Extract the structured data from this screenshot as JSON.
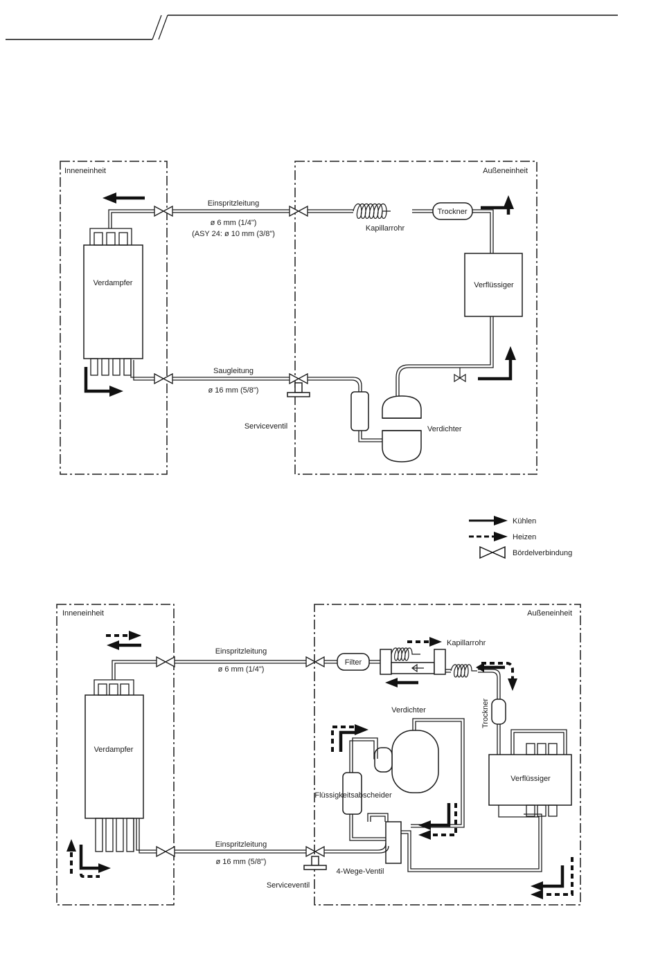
{
  "diagram1": {
    "indoor_label": "Inneneinheit",
    "outdoor_label": "Außeneinheit",
    "evaporator": "Verdampfer",
    "condenser": "Verflüssiger",
    "dryer": "Trockner",
    "capillary": "Kapillarrohr",
    "compressor": "Verdichter",
    "service_valve": "Serviceventil",
    "liquid_line": "Einspritzleitung",
    "liquid_dim": "ø 6 mm (1/4\")",
    "liquid_dim_alt": "(ASY 24:  ø 10 mm (3/8\")",
    "suction_line": "Saugleitung",
    "suction_dim": "ø 16 mm (5/8\")"
  },
  "legend": {
    "cooling": "Kühlen",
    "heating": "Heizen",
    "flare": "Bördelverbindung"
  },
  "diagram2": {
    "indoor_label": "Inneneinheit",
    "outdoor_label": "Außeneinheit",
    "evaporator": "Verdampfer",
    "condenser": "Verflüssiger",
    "filter": "Filter",
    "capillary": "Kapillarrohr",
    "dryer": "Trockner",
    "compressor": "Verdichter",
    "separator": "Flüssigkeitsabscheider",
    "four_way": "4-Wege-Ventil",
    "service_valve": "Serviceventil",
    "line_top": "Einspritzleitung",
    "line_top_dim": "ø 6 mm (1/4\")",
    "line_bottom": "Einspritzleitung",
    "line_bottom_dim": "ø 16 mm (5/8\")"
  }
}
